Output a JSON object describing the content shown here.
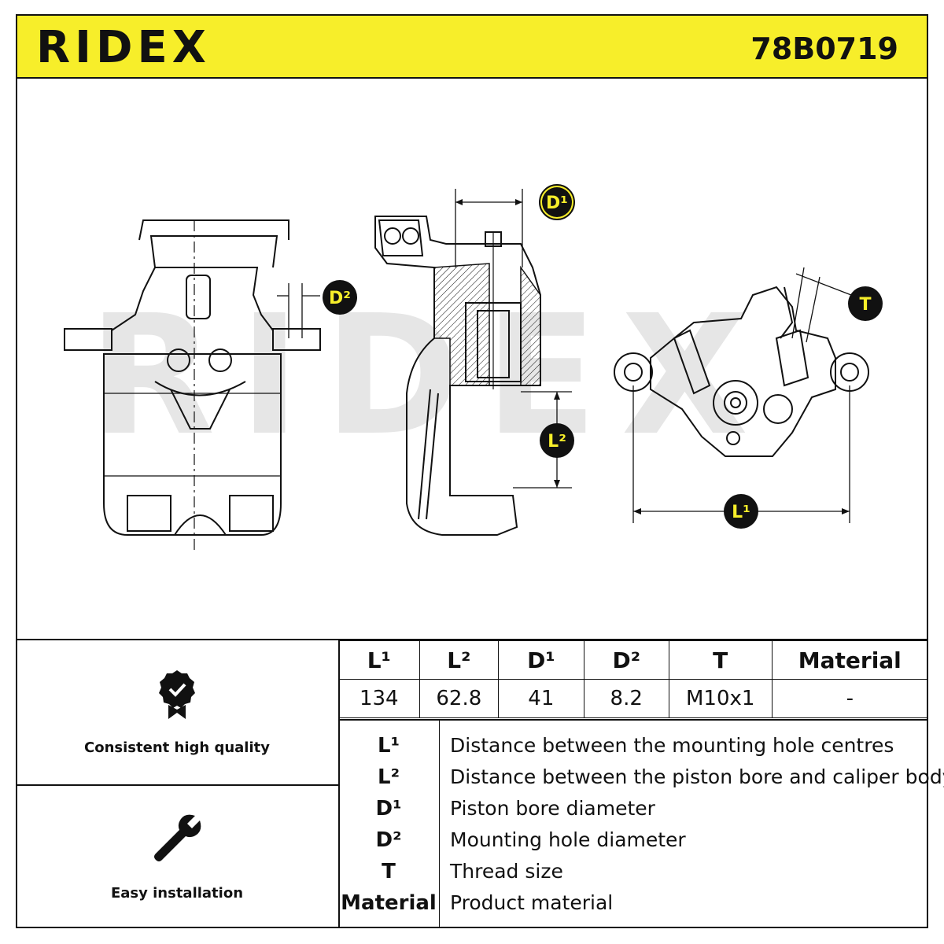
{
  "header": {
    "brand": "RIDEX",
    "part_number": "78B0719"
  },
  "drawing": {
    "watermark": "RIDEX",
    "labels": {
      "d1": "D¹",
      "d2": "D²",
      "t": "T",
      "l1": "L¹",
      "l2": "L²"
    }
  },
  "features": [
    {
      "label": "Consistent high quality",
      "icon": "quality-badge-icon"
    },
    {
      "label": "Easy installation",
      "icon": "wrench-icon"
    }
  ],
  "specs": {
    "headers": [
      "L¹",
      "L²",
      "D¹",
      "D²",
      "T",
      "Material"
    ],
    "values": [
      "134",
      "62.8",
      "41",
      "8.2",
      "M10x1",
      "-"
    ]
  },
  "legend": [
    {
      "key": "L¹",
      "desc": "Distance between the mounting hole centres"
    },
    {
      "key": "L²",
      "desc": "Distance between the piston bore and caliper body"
    },
    {
      "key": "D¹",
      "desc": "Piston bore diameter"
    },
    {
      "key": "D²",
      "desc": "Mounting hole diameter"
    },
    {
      "key": "T",
      "desc": "Thread size"
    },
    {
      "key": "Material",
      "desc": "Product material"
    }
  ],
  "colors": {
    "accent": "#f7ee2a",
    "ink": "#111111",
    "watermark": "#e6e6e6"
  }
}
